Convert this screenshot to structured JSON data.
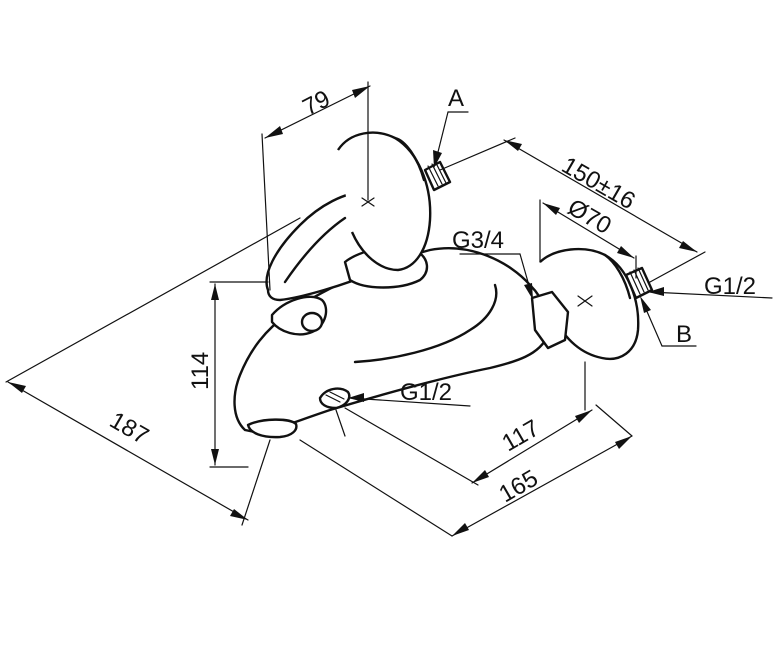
{
  "labels": {
    "dim_79": "79",
    "dim_150": "150±16",
    "dim_70": "Ø70",
    "dim_114": "114",
    "dim_187": "187",
    "dim_117": "117",
    "dim_165": "165",
    "thread_g34": "G3/4",
    "thread_g12_right": "G1/2",
    "thread_g12_bottom": "G1/2",
    "callout_a": "A",
    "callout_b": "B"
  }
}
